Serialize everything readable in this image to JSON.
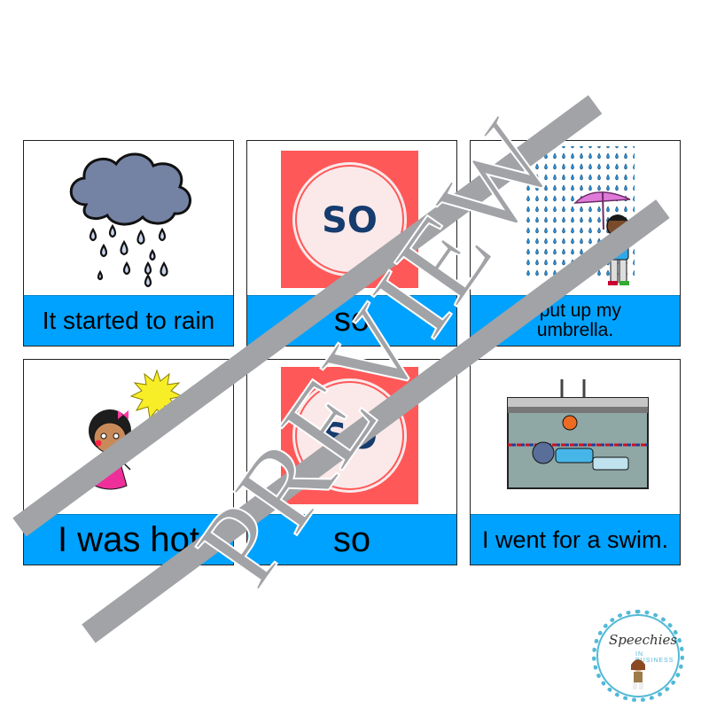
{
  "cards": [
    {
      "caption": "It started to rain",
      "image": "rain-cloud-icon"
    },
    {
      "caption": "so",
      "image": "so-symbol",
      "symbol_text": "SO"
    },
    {
      "caption": "I put up my umbrella.",
      "image": "boy-umbrella-rain-icon"
    },
    {
      "caption": "I was hot",
      "image": "hot-girl-sun-icon"
    },
    {
      "caption": "so",
      "image": "so-symbol",
      "symbol_text": "SO"
    },
    {
      "caption": "I went for a swim.",
      "image": "swimming-pool-icon"
    }
  ],
  "watermark": {
    "text": "PREVIEW",
    "color": "#a1a3a6"
  },
  "logo": {
    "line1": "Speechies",
    "line2": "IN BUSINESS"
  },
  "colors": {
    "caption_band": "#00a2ff",
    "so_red": "#ff5858",
    "so_text": "#163c6e",
    "cloud": "#7482a4"
  }
}
